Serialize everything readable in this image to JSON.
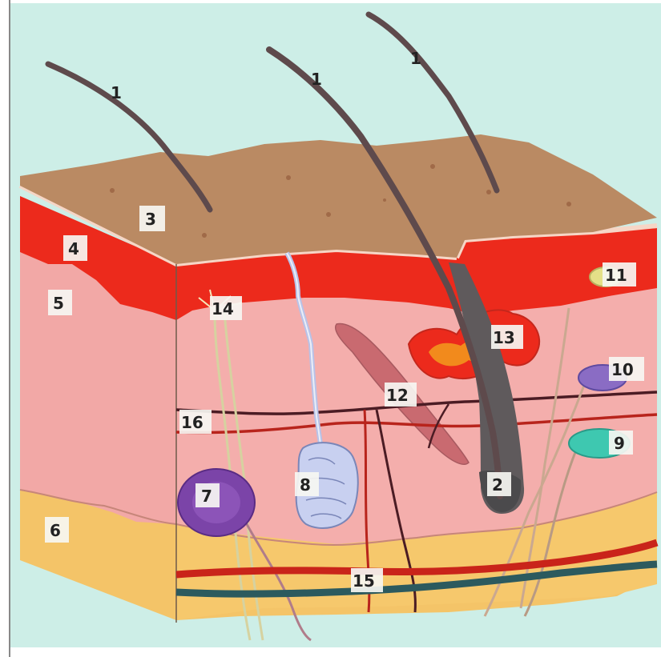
{
  "diagram": {
    "labels": {
      "hair_1a": "1",
      "hair_1b": "1",
      "hair_1c": "1",
      "l2": "2",
      "l3": "3",
      "l4": "4",
      "l5": "5",
      "l6": "6",
      "l7": "7",
      "l8": "8",
      "l9": "9",
      "l10": "10",
      "l11": "11",
      "l12": "12",
      "l13": "13",
      "l14": "14",
      "l15": "15",
      "l16": "16"
    },
    "colors": {
      "background": "#cdeee7",
      "epidermis_surface": "#ba8a63",
      "epidermis_red": "#ec2a1c",
      "dermis": "#f4aeac",
      "hypodermis": "#f4c468",
      "hair": "#5e4a4c",
      "artery": "#c9241a",
      "vein": "#2c5a5e"
    }
  }
}
